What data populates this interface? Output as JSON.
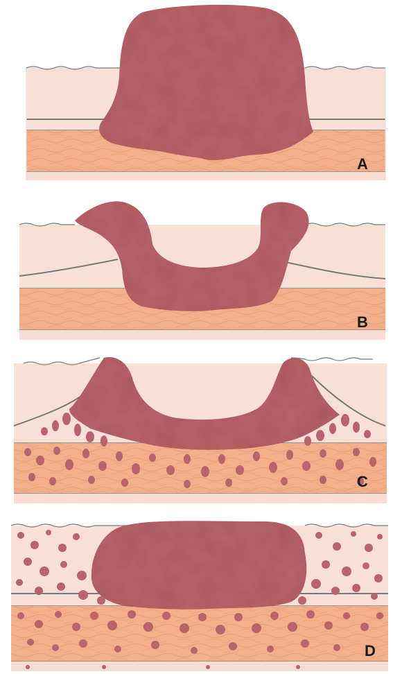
{
  "panels": [
    {
      "label": "A"
    },
    {
      "label": "B"
    },
    {
      "label": "C"
    },
    {
      "label": "D"
    }
  ],
  "colors": {
    "mucosa": "#f8e0d6",
    "muscle": "#f2b08a",
    "muscle_line": "#e6a07a",
    "serosa": "#f7dcd4",
    "tumor": "#b8646a",
    "tumor_dark": "#a9555c",
    "outline": "#6b6b6b"
  }
}
